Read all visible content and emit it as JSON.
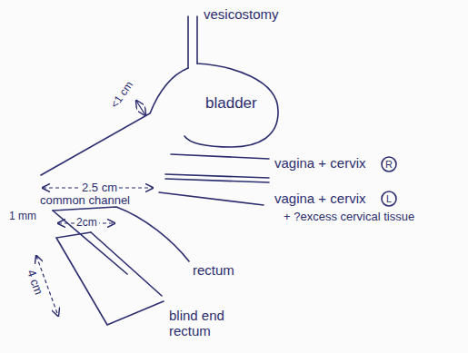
{
  "diagram": {
    "nodes": [
      {
        "text": [
          "bladder"
        ]
      }
    ],
    "labels": [
      "vesicostomy",
      "<1 cm",
      "2.5 cm",
      "common channel",
      "1 mm",
      "2cm",
      "vagina + cervix",
      "R",
      "vagina + cervix",
      "L",
      "+ ?excess cervical tissue",
      "rectum",
      "4 cm",
      "blind end rectum"
    ]
  }
}
